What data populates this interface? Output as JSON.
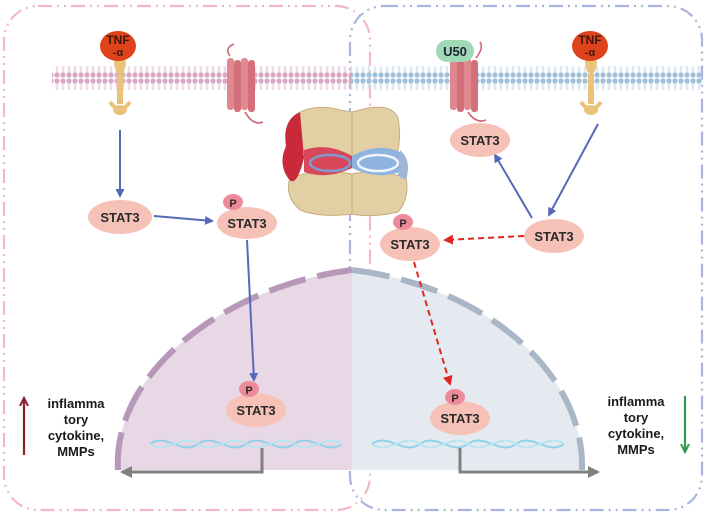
{
  "labels": {
    "tnf_left": [
      "TNF",
      "-α"
    ],
    "tnf_right": [
      "TNF",
      "-α"
    ],
    "u50": "U50",
    "stat3": "STAT3",
    "phospho": "P",
    "outcome_left": [
      "inflamma",
      "tory",
      "cytokine,",
      "MMPs"
    ],
    "outcome_right": [
      "inflamma",
      "tory",
      "cytokine,",
      "MMPs"
    ]
  },
  "colors": {
    "left_border": "#f2b8c6",
    "right_border": "#a9b4e0",
    "stat3_fill": "#f6c2b8",
    "p_fill": "#ef8a9b",
    "tnf_fill": "#e0421b",
    "u50_fill": "#9fd9b6",
    "blue_arrow": "#5569b8",
    "red_arrow": "#e0261f",
    "up_arrow": "#8b1d2b",
    "down_arrow": "#2e9a52",
    "gray_arrow": "#808080"
  }
}
